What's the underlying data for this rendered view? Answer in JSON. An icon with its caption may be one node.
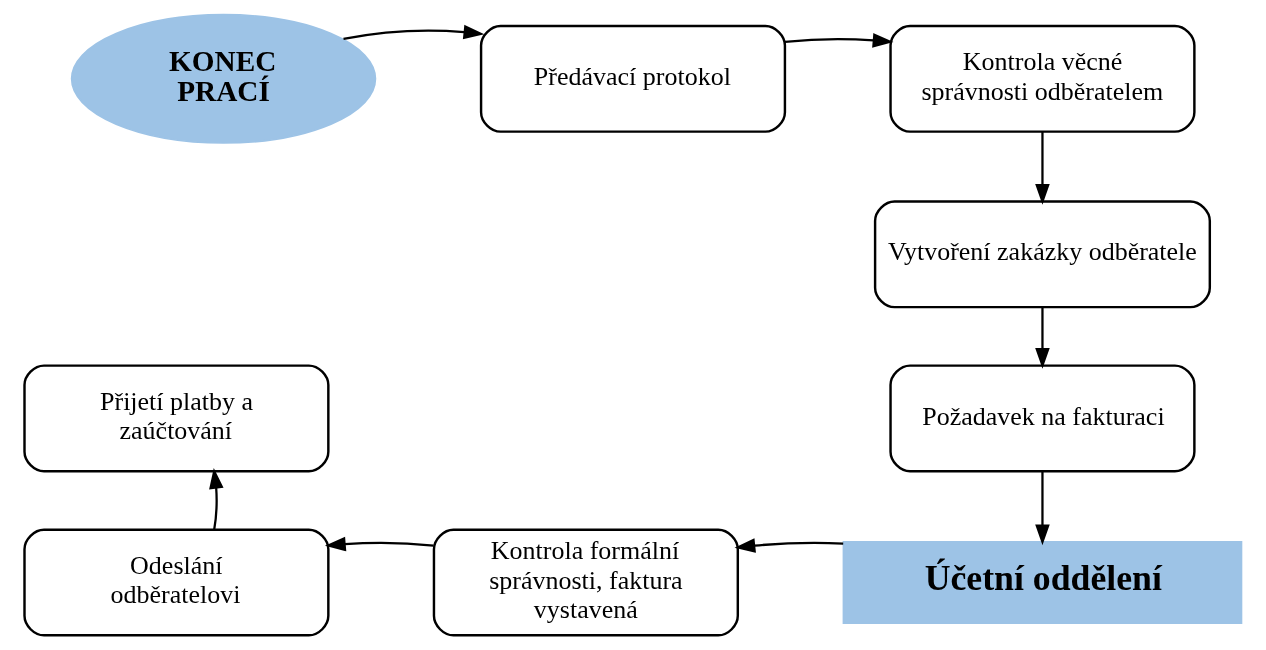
{
  "diagram": {
    "nodes": [
      {
        "text": [
          "KONEC PRACÍ"
        ]
      },
      {
        "text": [
          "Předávací protokol"
        ]
      },
      {
        "text": [
          "Kontrola věcné správnosti odběratelem"
        ]
      },
      {
        "text": [
          "Vytvoření zakázky odběratele"
        ]
      },
      {
        "text": [
          "Požadavek na fakturaci"
        ]
      },
      {
        "text": [
          "Účetní oddělení"
        ]
      },
      {
        "text": [
          "Kontrola formální správnosti, faktura vystavená"
        ]
      },
      {
        "text": [
          "Odeslání odběratelovi"
        ]
      },
      {
        "text": [
          "Přijetí platby a zaúčtování"
        ]
      }
    ],
    "edges": [
      {
        "from": 0,
        "to": 1,
        "arrow": "to"
      },
      {
        "from": 1,
        "to": 2,
        "arrow": "to"
      },
      {
        "from": 2,
        "to": 3,
        "arrow": "to"
      },
      {
        "from": 3,
        "to": 4,
        "arrow": "to"
      },
      {
        "from": 4,
        "to": 5,
        "arrow": "to"
      },
      {
        "from": 5,
        "to": 6,
        "arrow": "to"
      },
      {
        "from": 6,
        "to": 7,
        "arrow": "to"
      },
      {
        "from": 7,
        "to": 8,
        "arrow": "to"
      }
    ]
  }
}
